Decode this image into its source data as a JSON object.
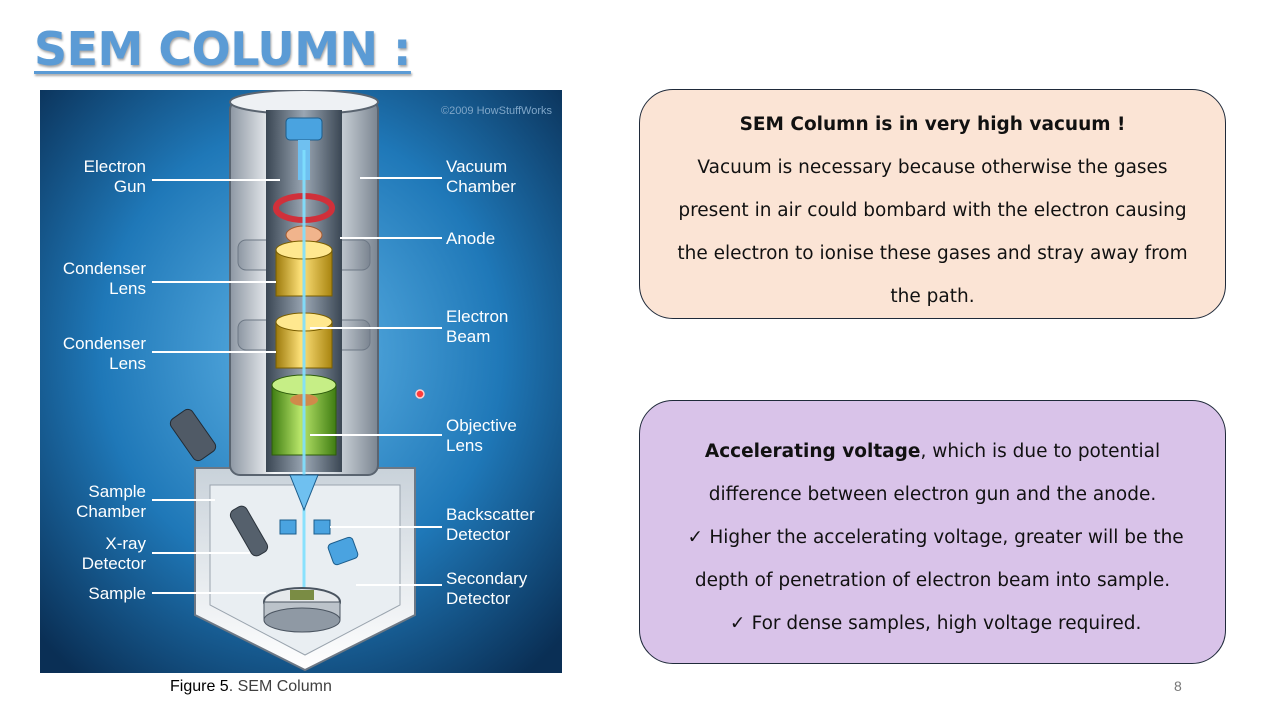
{
  "slide": {
    "title": "SEM COLUMN :",
    "page_number": "8"
  },
  "figure": {
    "copyright": "©2009 HowStuffWorks",
    "caption_label": "Figure 5",
    "caption_text": ". SEM Column",
    "labels": {
      "electron_gun": [
        "Electron",
        "Gun"
      ],
      "condenser_lens_1": [
        "Condenser",
        "Lens"
      ],
      "condenser_lens_2": [
        "Condenser",
        "Lens"
      ],
      "sample_chamber": [
        "Sample",
        "Chamber"
      ],
      "xray_detector": [
        "X-ray",
        "Detector"
      ],
      "sample": [
        "Sample"
      ],
      "vacuum_chamber": [
        "Vacuum",
        "Chamber"
      ],
      "anode": [
        "Anode"
      ],
      "electron_beam": [
        "Electron",
        "Beam"
      ],
      "objective_lens": [
        "Objective",
        "Lens"
      ],
      "backscatter_detector": [
        "Backscatter",
        "Detector"
      ],
      "secondary_detector": [
        "Secondary",
        "Detector"
      ]
    }
  },
  "vacuum_box": {
    "title": "SEM Column is in very high vacuum !",
    "body": "Vacuum is necessary because otherwise the gases present in air could bombard with the electron causing the electron to ionise these gases and stray away from the path."
  },
  "voltage_box": {
    "lead_bold": "Accelerating voltage",
    "lead_rest": ", which is due to potential difference between electron gun and the anode.",
    "check_mark": "✓",
    "point1": "Higher the accelerating voltage, greater will be the depth of penetration of electron beam into sample.",
    "point2": "For dense samples, high voltage required."
  },
  "colors": {
    "title": "#5b9bd5",
    "vacuum_box_bg": "#fbe4d5",
    "voltage_box_bg": "#d9c3e9"
  }
}
